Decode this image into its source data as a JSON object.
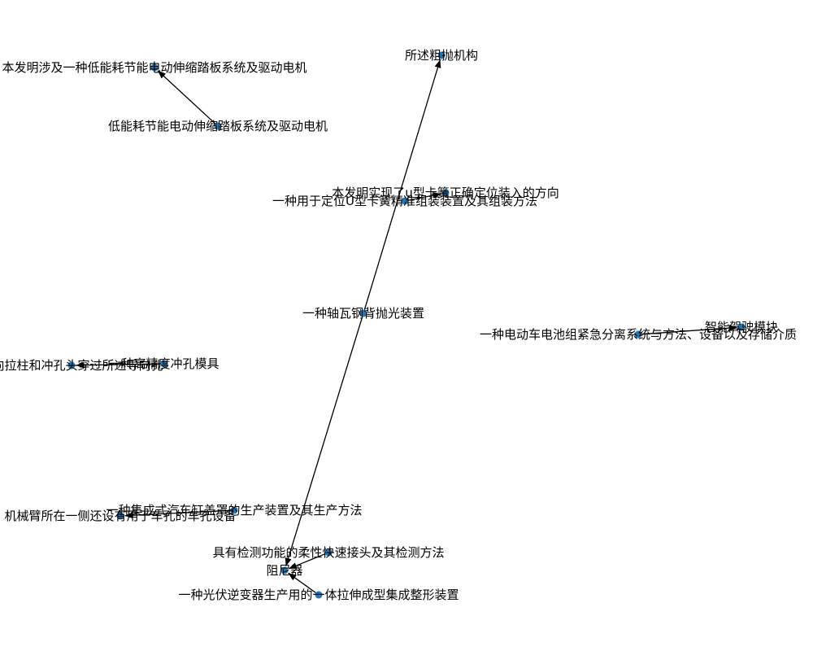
{
  "graph": {
    "node_color": "#1f77b4",
    "edge_color": "#000000",
    "nodes": [
      {
        "id": "n1",
        "label": "本发明涉及一种低能耗节能电动伸缩踏板系统及驱动电机"
      },
      {
        "id": "n2",
        "label": "低能耗节能电动伸缩踏板系统及驱动电机"
      },
      {
        "id": "n3",
        "label": "所述粗抛机构"
      },
      {
        "id": "n4",
        "label": "本发明实现了u型卡簧正确定位装入的方向"
      },
      {
        "id": "n5",
        "label": "一种用于定位U型卡簧精准组装装置及其组装方法"
      },
      {
        "id": "n6",
        "label": "一种轴瓦钢背抛光装置"
      },
      {
        "id": "n7",
        "label": "智能驾驶模块"
      },
      {
        "id": "n8",
        "label": "一种电动车电池组紧急分离系统与方法、设备以及存储介质"
      },
      {
        "id": "n9",
        "label": "导向拉柱和冲孔头穿过所述导向孔"
      },
      {
        "id": "n10",
        "label": "一种高精度冲孔模具"
      },
      {
        "id": "n11",
        "label": "一种集成式汽车缸盖罩的生产装置及其生产方法"
      },
      {
        "id": "n12",
        "label": "机械臂所在一侧还设有用于车孔的车孔设备"
      },
      {
        "id": "n13",
        "label": "具有检测功能的柔性快速接头及其检测方法"
      },
      {
        "id": "n14",
        "label": "阻尼器"
      },
      {
        "id": "n15",
        "label": "一种光伏逆变器生产用的一体拉伸成型集成整形装置"
      }
    ],
    "edges": [
      {
        "from": "n2",
        "to": "n1"
      },
      {
        "from": "n5",
        "to": "n4"
      },
      {
        "from": "n6",
        "to": "n3"
      },
      {
        "from": "n8",
        "to": "n7"
      },
      {
        "from": "n10",
        "to": "n9"
      },
      {
        "from": "n11",
        "to": "n12"
      },
      {
        "from": "n6",
        "to": "n14"
      },
      {
        "from": "n13",
        "to": "n14"
      },
      {
        "from": "n15",
        "to": "n14"
      }
    ]
  }
}
